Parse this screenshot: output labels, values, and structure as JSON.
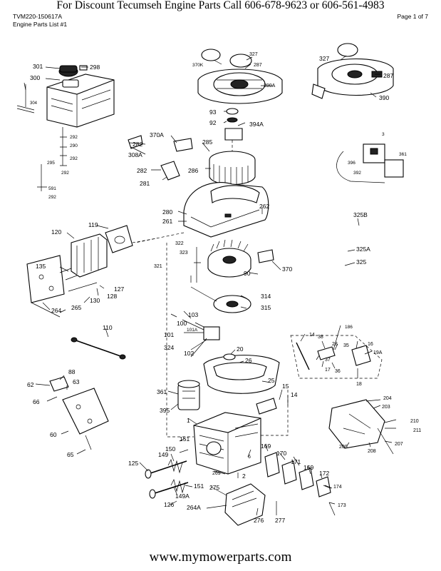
{
  "header": {
    "banner": "For  Discount Tecumseh Engine Parts Call 606-678-9623 or 606-561-4983",
    "doc_id": "TVM220-150617A",
    "list_name": "Engine Parts List #1",
    "page": "Page 1 of 7"
  },
  "footer": {
    "url": "www.mymowerparts.com"
  },
  "labels": {
    "p301": "301",
    "p298": "298",
    "p300": "300",
    "p304": "304",
    "p292a": "292",
    "p290": "290",
    "p292b": "292",
    "p295": "295",
    "p292c": "292",
    "p591": "591",
    "p292d": "292",
    "p327a": "327",
    "p370k": "370K",
    "p287a": "287",
    "p390a": "390A",
    "p327b": "327",
    "p287b": "287",
    "p390": "390",
    "p93": "93",
    "p92": "92",
    "p394a": "394A",
    "p282a": "282",
    "p308a": "308A",
    "p370a": "370A",
    "p285": "285",
    "p3": "3",
    "p361a": "361",
    "p396": "396",
    "p392": "392",
    "p282b": "282",
    "p281": "281",
    "p286": "286",
    "p280": "280",
    "p261": "261",
    "p262": "262",
    "p325b": "325B",
    "p325a": "325A",
    "p325": "325",
    "p120": "120",
    "p119": "119",
    "p322": "322",
    "p323": "323",
    "p321": "321",
    "p90": "90",
    "p370": "370",
    "p135": "135",
    "p128": "128",
    "p127": "127",
    "p130": "130",
    "p264": "264",
    "p265": "265",
    "p314": "314",
    "p315": "315",
    "p103": "103",
    "p100": "100",
    "p101a": "101A",
    "p101": "101",
    "p110": "110",
    "p324": "324",
    "p102": "102",
    "p186": "186",
    "p14a": "14",
    "p38": "38",
    "p28": "28",
    "p35": "35",
    "p16": "16",
    "p19a": "19A",
    "p37": "37",
    "p17": "17",
    "p36": "36",
    "p18": "18",
    "p20": "20",
    "p26": "26",
    "p25": "25",
    "p15": "15",
    "p14b": "14",
    "p62": "62",
    "p88": "88",
    "p63": "63",
    "p66": "66",
    "p361b": "361",
    "p395": "395",
    "p204": "204",
    "p203": "203",
    "p210": "210",
    "p211": "211",
    "p200": "200",
    "p208": "208",
    "p207": "207",
    "p60": "60",
    "p65": "65",
    "p1": "1",
    "p151a": "151",
    "p150": "150",
    "p6": "6",
    "p169a": "169",
    "p170": "170",
    "p171": "171",
    "p169b": "169",
    "p172": "172",
    "p125": "125",
    "p149": "149",
    "p269": "269",
    "p2": "2",
    "p151b": "151",
    "p149a": "149A",
    "p275": "275",
    "p174": "174",
    "p126": "126",
    "p264a": "264A",
    "p276": "276",
    "p277": "277",
    "p173": "173"
  }
}
